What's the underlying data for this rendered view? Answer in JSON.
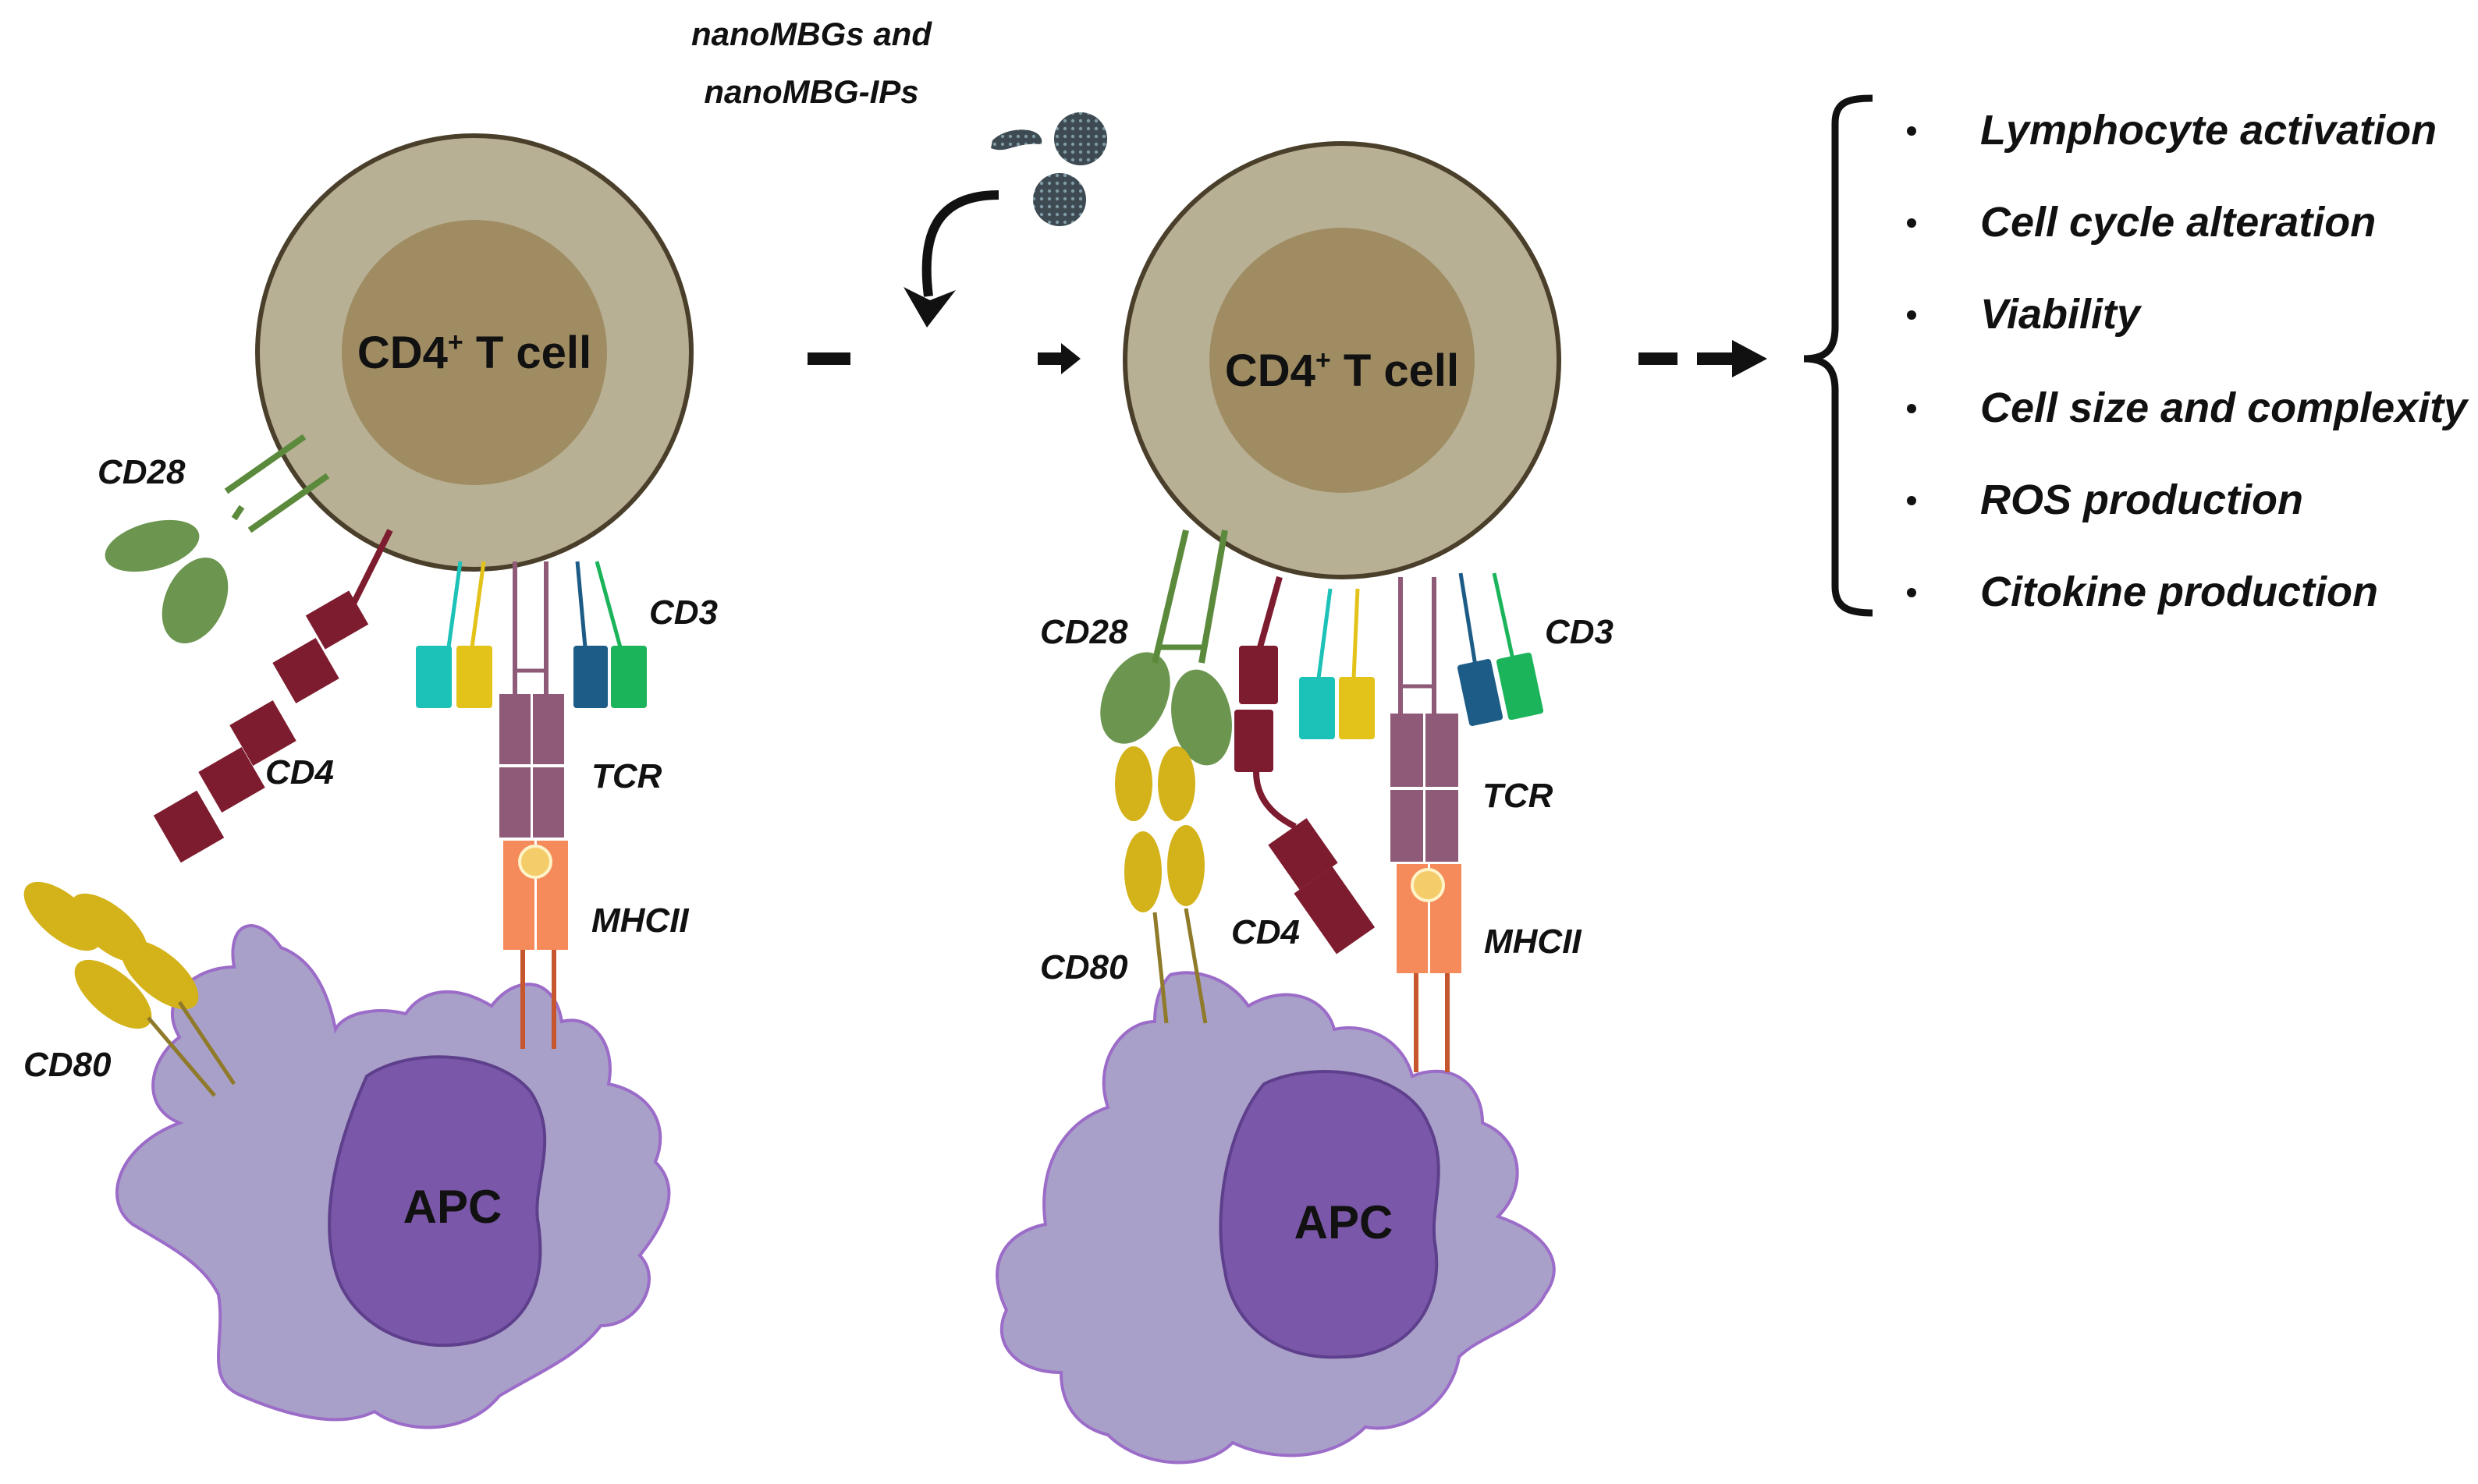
{
  "nanoparticles": {
    "line1": "nanoMBGs and",
    "line2": "nanoMBG-IPs"
  },
  "left_panel": {
    "tcell_label": "CD4",
    "tcell_sup": "+",
    "tcell_suffix": " T cell",
    "apc_label": "APC",
    "cd28": "CD28",
    "cd4": "CD4",
    "cd3": "CD3",
    "tcr": "TCR",
    "mhcii": "MHCII",
    "cd80": "CD80"
  },
  "right_panel": {
    "tcell_label": "CD4",
    "tcell_sup": "+",
    "tcell_suffix": " T cell",
    "apc_label": "APC",
    "cd28": "CD28",
    "cd4": "CD4",
    "cd3": "CD3",
    "tcr": "TCR",
    "mhcii": "MHCII",
    "cd80": "CD80"
  },
  "effects": [
    "Lymphocyte activation",
    "Cell cycle alteration",
    "Viability",
    "Cell size and complexity",
    "ROS production",
    "Citokine production"
  ],
  "colors": {
    "tcell_outer": "#b8b094",
    "tcell_inner": "#a08c62",
    "tcell_border": "#4a3f2a",
    "apc_body": "#a9a0c9",
    "apc_nucleus": "#7a57a8",
    "cd28": "#5c8a3c",
    "cd4": "#7d1c2f",
    "cd80": "#d4b21a",
    "tcr": "#8e5a78",
    "mhcii": "#f58a5a",
    "cd3_teal": "#1cc2b8",
    "cd3_yellow": "#e3c21a",
    "cd3_blue": "#1c5c86",
    "cd3_green": "#1cb45a",
    "nanoparticle": "#3d4a52"
  }
}
